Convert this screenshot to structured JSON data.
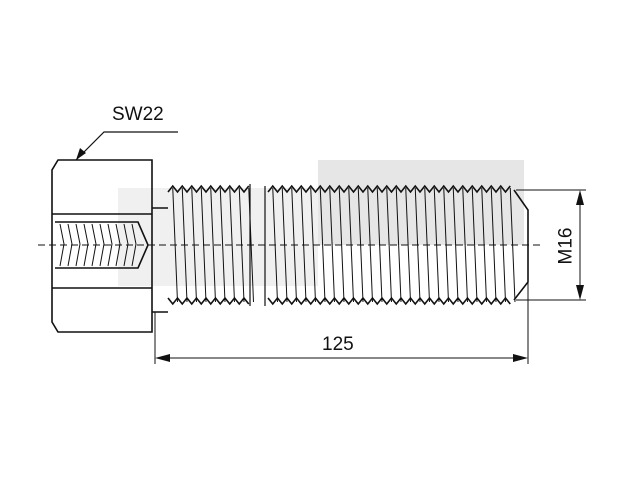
{
  "drawing": {
    "wrench_size_label": "SW22",
    "length_label": "125",
    "thread_label": "M16"
  },
  "colors": {
    "line": "#111111",
    "watermark": "#e4e4e4"
  }
}
